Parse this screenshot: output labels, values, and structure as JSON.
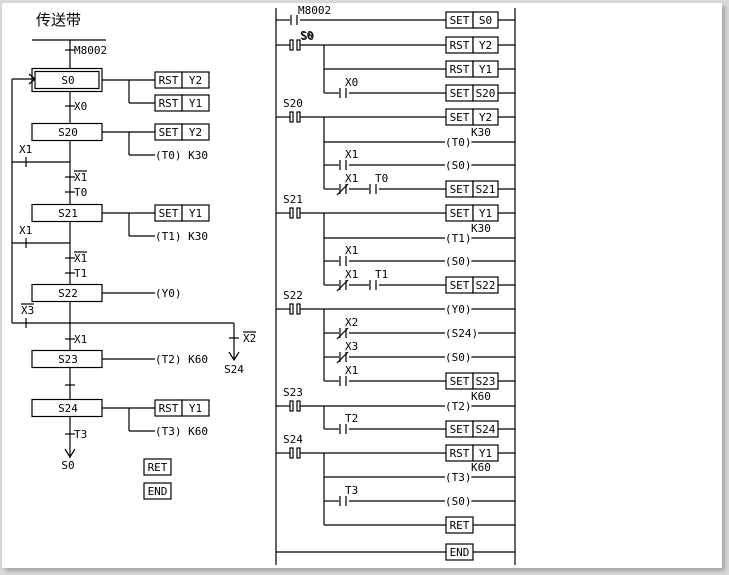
{
  "sfc": {
    "title": "传送带",
    "initial_transition": "M8002",
    "steps": [
      {
        "id": "S0",
        "initial": true,
        "actions": [
          {
            "type": "box",
            "op": "RST",
            "arg": "Y2"
          },
          {
            "type": "box",
            "op": "RST",
            "arg": "Y1"
          }
        ]
      },
      {
        "id": "S20",
        "actions": [
          {
            "type": "box",
            "op": "SET",
            "arg": "Y2"
          },
          {
            "type": "coil",
            "text": "(T0) K30"
          }
        ]
      },
      {
        "id": "S21",
        "actions": [
          {
            "type": "box",
            "op": "SET",
            "arg": "Y1"
          },
          {
            "type": "coil",
            "text": "(T1) K30"
          }
        ]
      },
      {
        "id": "S22",
        "actions": [
          {
            "type": "coil",
            "text": "(Y0)"
          }
        ]
      },
      {
        "id": "S23",
        "actions": [
          {
            "type": "coil",
            "text": "(T2) K60"
          }
        ]
      },
      {
        "id": "S24",
        "actions": [
          {
            "type": "box",
            "op": "RST",
            "arg": "Y1"
          },
          {
            "type": "coil",
            "text": "(T3) K60"
          }
        ]
      }
    ],
    "transitions": {
      "s0_to_s20": "X0",
      "s20_to_s21": [
        "X1",
        "T0"
      ],
      "s21_to_s22": [
        "X1",
        "T1"
      ],
      "s22_to_s23": "X1",
      "s23_to_s24": "",
      "s24_to_s0": "T3",
      "s20_back": "X1",
      "s21_back": "X1",
      "s22_back": "X3",
      "s22_to_s24": "X2"
    },
    "jump_targets": {
      "s22_branch": "S24",
      "s24_end": "S0"
    },
    "end_labels": [
      "RET",
      "END"
    ]
  },
  "ladder": {
    "rungs": [
      {
        "contact": {
          "label": "M8002",
          "kind": "NO"
        },
        "out": {
          "type": "box",
          "op": "SET",
          "arg": "S0"
        }
      },
      {
        "contact": {
          "label": "S0",
          "kind": "STL"
        },
        "out": {
          "type": "box",
          "op": "RST",
          "arg": "Y2"
        }
      },
      {
        "branch": true,
        "out": {
          "type": "box",
          "op": "RST",
          "arg": "Y1"
        }
      },
      {
        "branch": true,
        "contacts": [
          {
            "label": "X0",
            "kind": "NO"
          }
        ],
        "out": {
          "type": "box",
          "op": "SET",
          "arg": "S20"
        }
      },
      {
        "contact": {
          "label": "S20",
          "kind": "STL"
        },
        "out": {
          "type": "box",
          "op": "SET",
          "arg": "Y2"
        }
      },
      {
        "branch": true,
        "out": {
          "type": "coil",
          "text": "(T0)",
          "param": "K30"
        }
      },
      {
        "branch": true,
        "contacts": [
          {
            "label": "X1",
            "kind": "NO"
          }
        ],
        "out": {
          "type": "coil",
          "text": "(S0)"
        }
      },
      {
        "branch": true,
        "contacts": [
          {
            "label": "X1",
            "kind": "NC"
          },
          {
            "label": "T0",
            "kind": "NO"
          }
        ],
        "out": {
          "type": "box",
          "op": "SET",
          "arg": "S21"
        }
      },
      {
        "contact": {
          "label": "S21",
          "kind": "STL"
        },
        "out": {
          "type": "box",
          "op": "SET",
          "arg": "Y1"
        }
      },
      {
        "branch": true,
        "out": {
          "type": "coil",
          "text": "(T1)",
          "param": "K30"
        }
      },
      {
        "branch": true,
        "contacts": [
          {
            "label": "X1",
            "kind": "NO"
          }
        ],
        "out": {
          "type": "coil",
          "text": "(S0)"
        }
      },
      {
        "branch": true,
        "contacts": [
          {
            "label": "X1",
            "kind": "NC"
          },
          {
            "label": "T1",
            "kind": "NO"
          }
        ],
        "out": {
          "type": "box",
          "op": "SET",
          "arg": "S22"
        }
      },
      {
        "contact": {
          "label": "S22",
          "kind": "STL"
        },
        "out": {
          "type": "coil",
          "text": "(Y0)"
        }
      },
      {
        "branch": true,
        "contacts": [
          {
            "label": "X2",
            "kind": "NC"
          }
        ],
        "out": {
          "type": "coil",
          "text": "(S24)"
        }
      },
      {
        "branch": true,
        "contacts": [
          {
            "label": "X3",
            "kind": "NC"
          }
        ],
        "out": {
          "type": "coil",
          "text": "(S0)"
        }
      },
      {
        "branch": true,
        "contacts": [
          {
            "label": "X1",
            "kind": "NO"
          }
        ],
        "out": {
          "type": "box",
          "op": "SET",
          "arg": "S23"
        }
      },
      {
        "contact": {
          "label": "S23",
          "kind": "STL"
        },
        "out": {
          "type": "coil",
          "text": "(T2)",
          "param": "K60"
        }
      },
      {
        "branch": true,
        "contacts": [
          {
            "label": "T2",
            "kind": "NO"
          }
        ],
        "out": {
          "type": "box",
          "op": "SET",
          "arg": "S24"
        }
      },
      {
        "contact": {
          "label": "S24",
          "kind": "STL"
        },
        "out": {
          "type": "box",
          "op": "RST",
          "arg": "Y1"
        }
      },
      {
        "branch": true,
        "out": {
          "type": "coil",
          "text": "(T3)",
          "param": "K60"
        }
      },
      {
        "branch": true,
        "contacts": [
          {
            "label": "T3",
            "kind": "NO"
          }
        ],
        "out": {
          "type": "coil",
          "text": "(S0)"
        }
      },
      {
        "branch": true,
        "out": {
          "type": "single",
          "text": "RET"
        }
      },
      {
        "plain": true,
        "out": {
          "type": "single",
          "text": "END"
        }
      }
    ]
  }
}
